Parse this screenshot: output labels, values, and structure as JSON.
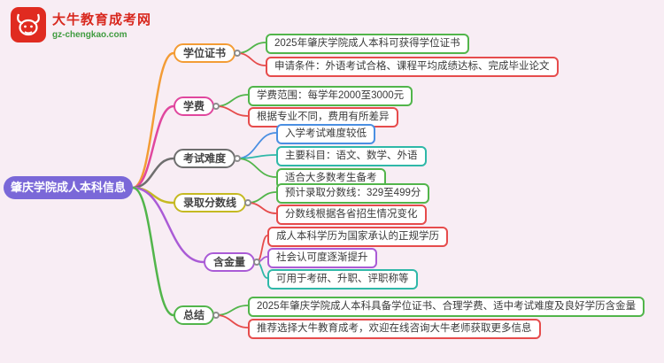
{
  "logo": {
    "site_name": "大牛教育成考网",
    "site_url": "gz-chengkao.com",
    "brand_color": "#d8281e",
    "url_color": "#3f9b3f",
    "icon_bg": "#e02b20"
  },
  "root": {
    "label": "肇庆学院成人本科信息",
    "fill": "#7a68d8",
    "text_color": "#ffffff"
  },
  "branches": [
    {
      "label": "学位证书",
      "color": "#f39c35",
      "children": [
        {
          "text": "2025年肇庆学院成人本科可获得学位证书",
          "color": "#52b54b"
        },
        {
          "text": "申请条件：外语考试合格、课程平均成绩达标、完成毕业论文",
          "color": "#e64c4c"
        }
      ]
    },
    {
      "label": "学费",
      "color": "#e0479e",
      "children": [
        {
          "text": "学费范围：每学年2000至3000元",
          "color": "#52b54b"
        },
        {
          "text": "根据专业不同，费用有所差异",
          "color": "#e64c4c"
        }
      ]
    },
    {
      "label": "考试难度",
      "color": "#6e6e6e",
      "children": [
        {
          "text": "入学考试难度较低",
          "color": "#4a8fe2"
        },
        {
          "text": "主要科目：语文、数学、外语",
          "color": "#2fb8a8"
        },
        {
          "text": "适合大多数考生备考",
          "color": "#52b54b"
        }
      ]
    },
    {
      "label": "录取分数线",
      "color": "#c5b922",
      "children": [
        {
          "text": "预计录取分数线：329至499分",
          "color": "#52b54b"
        },
        {
          "text": "分数线根据各省招生情况变化",
          "color": "#e64c4c"
        }
      ]
    },
    {
      "label": "含金量",
      "color": "#aa5bd6",
      "children": [
        {
          "text": "成人本科学历为国家承认的正规学历",
          "color": "#e64c4c"
        },
        {
          "text": "社会认可度逐渐提升",
          "color": "#aa5bd6"
        },
        {
          "text": "可用于考研、升职、评职称等",
          "color": "#2fb8a8"
        }
      ]
    },
    {
      "label": "总结",
      "color": "#52b54b",
      "children": [
        {
          "text": "2025年肇庆学院成人本科具备学位证书、合理学费、适中考试难度及良好学历含金量",
          "color": "#52b54b"
        },
        {
          "text": "推荐选择大牛教育成考，欢迎在线咨询大牛老师获取更多信息",
          "color": "#e64c4c"
        }
      ]
    }
  ],
  "colors": {
    "background": "#f8edf4",
    "dot_border": "#8d8d8d"
  }
}
